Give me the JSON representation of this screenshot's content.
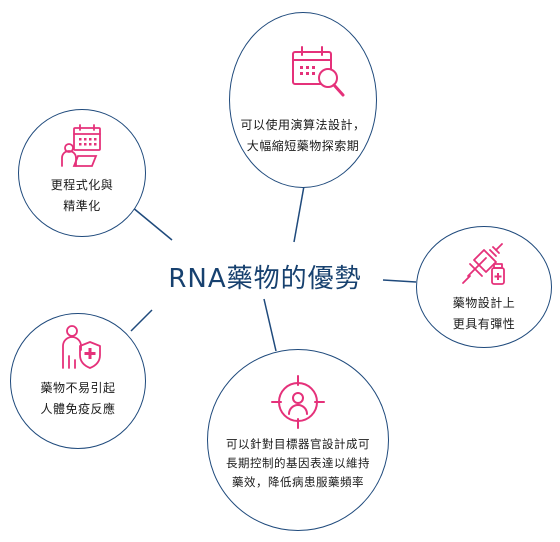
{
  "title": "RNA藥物的優勢",
  "nodes": [
    {
      "id": "top",
      "lines": [
        "可以使用演算法設計，",
        "大幅縮短藥物探索期"
      ],
      "icon": "calendar-search-icon"
    },
    {
      "id": "upper-left",
      "lines": [
        "更程式化與",
        "精準化"
      ],
      "icon": "person-computer-calendar-icon"
    },
    {
      "id": "right",
      "lines": [
        "藥物設計上",
        "更具有彈性"
      ],
      "icon": "syringe-vial-icon"
    },
    {
      "id": "lower-left",
      "lines": [
        "藥物不易引起",
        "人體免疫反應"
      ],
      "icon": "person-shield-icon"
    },
    {
      "id": "bottom",
      "lines": [
        "可以針對目標器官設計成可",
        "長期控制的基因表達以維持",
        "藥效，降低病患服藥頻率"
      ],
      "icon": "target-person-icon"
    }
  ],
  "colors": {
    "line": "#1f4a7c",
    "accent": "#e5317a",
    "text": "#1a1a1a",
    "title": "#17416f"
  }
}
